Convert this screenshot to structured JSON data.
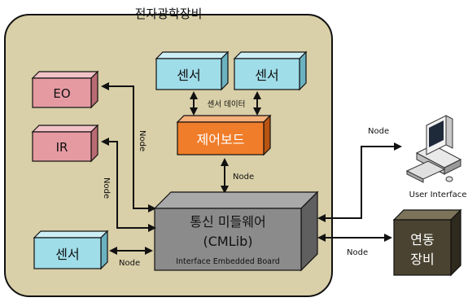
{
  "diagram": {
    "container_title": "전자광학장비",
    "nodes": {
      "eo": "EO",
      "ir": "IR",
      "sensor_top_left": "센서",
      "sensor_top_right": "센서",
      "control_board": "제어보드",
      "middleware_line1": "통신 미들웨어",
      "middleware_line2": "(CMLib)",
      "middleware_line3": "Interface Embedded Board",
      "sensor_bottom": "센서",
      "linked_equipment_line1": "연동",
      "linked_equipment_line2": "장비",
      "user_interface": "User Interface"
    },
    "edge_labels": {
      "sensor_data": "센서 데이터",
      "node_eo": "Node",
      "node_ir": "Node",
      "node_control": "Node",
      "node_sensor": "Node",
      "node_ui": "Node",
      "node_linked": "Node"
    },
    "colors": {
      "container_fill": "#d9cfa8",
      "eo_ir_fill": "#e59aa2",
      "sensor_fill": "#9fdde9",
      "control_fill": "#f07d2a",
      "middleware_fill": "#8b8b8b",
      "linked_fill": "#4a4331"
    }
  }
}
